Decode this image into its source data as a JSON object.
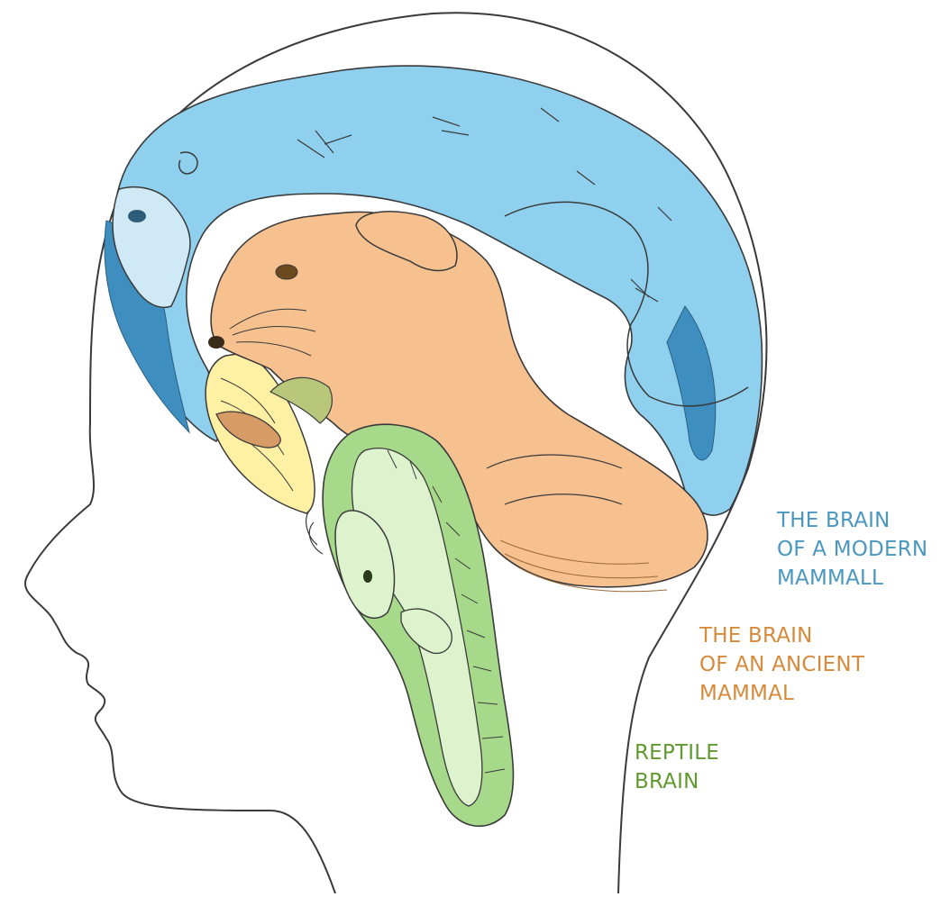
{
  "colors": {
    "modern_mammal": "#4a97bf",
    "ancient_mammal": "#d58a3c",
    "reptile": "#5e9a2e",
    "blue_fill": "#8fd0ef",
    "blue_shadow": "#3f8ec0",
    "orange_fill": "#f6c08f",
    "green_fill": "#dcf3cd",
    "green_ring": "#a6d98a",
    "yellow_fill": "#fff0a3",
    "outline": "#3a3a3a"
  },
  "labels": {
    "modern": {
      "line1": "THE BRAIN",
      "line2": "OF A MODERN",
      "line3": "MAMMALL"
    },
    "ancient": {
      "line1": "THE BRAIN",
      "line2": "OF AN ANCIENT",
      "line3": "MAMMAL"
    },
    "reptile": {
      "line1": "REPTILE",
      "line2": "BRAIN"
    }
  },
  "icons": {
    "head": "head-profile-outline",
    "modern": "gorilla-figure",
    "ancient": "hamster-figure",
    "reptile": "lizard-figure"
  }
}
